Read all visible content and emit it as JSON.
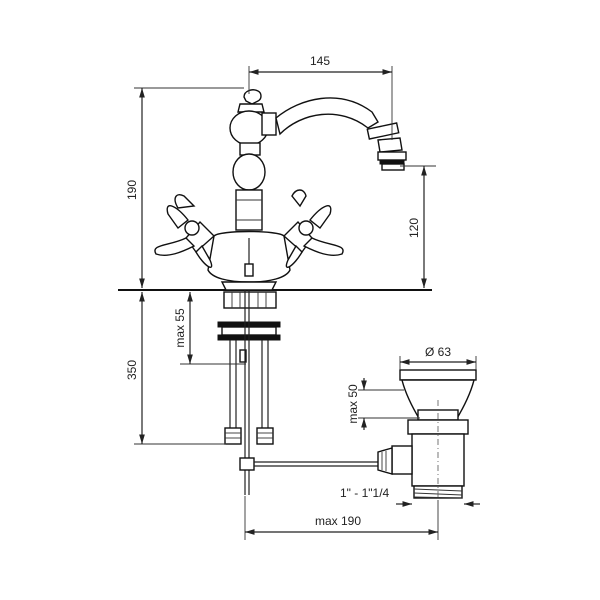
{
  "dimensions": {
    "spout_reach": "145",
    "total_height": "190",
    "spout_height": "120",
    "deck_thickness": "max 55",
    "below_deck_length": "350",
    "waste_diameter": "Ø 63",
    "waste_rise": "max 50",
    "waste_thread": "1\" - 1\"1/4",
    "rod_reach": "max 190"
  },
  "colors": {
    "line": "#111111",
    "background": "#ffffff"
  }
}
